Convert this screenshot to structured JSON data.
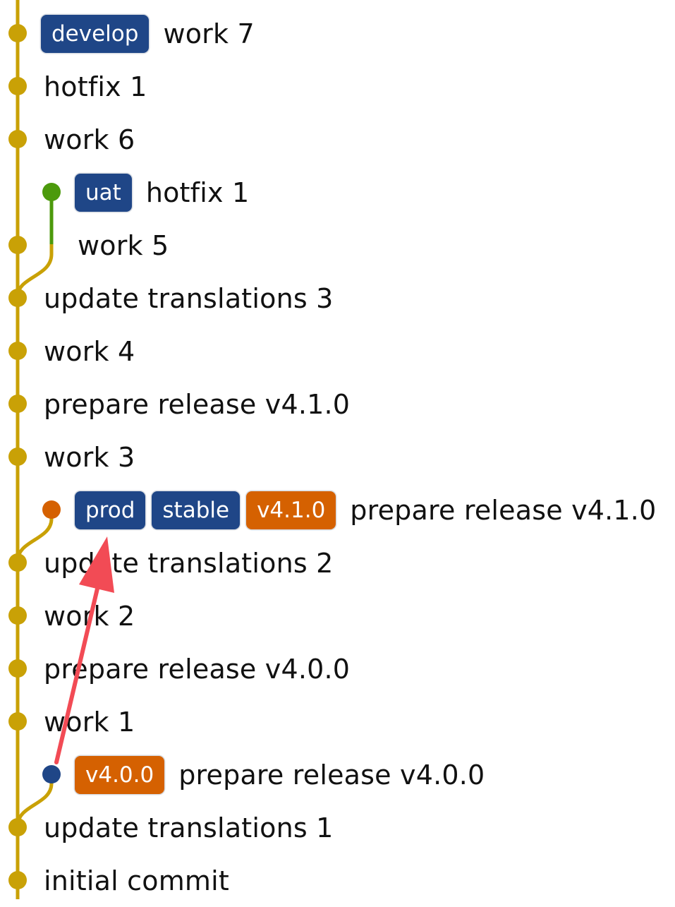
{
  "colors": {
    "main_line": "#c9a106",
    "uat_line": "#4c9a0c",
    "release_tag": "#d56101",
    "branch_tag": "#1f4687",
    "v400_dot": "#1f4687",
    "arrow": "#f24b55"
  },
  "commits": [
    {
      "message": "work 7",
      "lane": 0,
      "tags": [
        {
          "label": "develop",
          "kind": "branch"
        }
      ]
    },
    {
      "message": "hotfix 1",
      "lane": 0,
      "tags": []
    },
    {
      "message": "work 6",
      "lane": 0,
      "tags": []
    },
    {
      "message": "hotfix 1",
      "lane": 1,
      "tags": [
        {
          "label": "uat",
          "kind": "branch"
        }
      ]
    },
    {
      "message": "work 5",
      "lane": 0,
      "tags": []
    },
    {
      "message": "update translations 3",
      "lane": 0,
      "tags": []
    },
    {
      "message": "work 4",
      "lane": 0,
      "tags": []
    },
    {
      "message": "prepare release v4.1.0",
      "lane": 0,
      "tags": []
    },
    {
      "message": "work 3",
      "lane": 0,
      "tags": []
    },
    {
      "message": "prepare release v4.1.0",
      "lane": 1,
      "tags": [
        {
          "label": "prod",
          "kind": "branch"
        },
        {
          "label": "stable",
          "kind": "branch"
        },
        {
          "label": "v4.1.0",
          "kind": "release"
        }
      ]
    },
    {
      "message": "update translations 2",
      "lane": 0,
      "tags": []
    },
    {
      "message": "work 2",
      "lane": 0,
      "tags": []
    },
    {
      "message": "prepare release v4.0.0",
      "lane": 0,
      "tags": []
    },
    {
      "message": "work 1",
      "lane": 0,
      "tags": []
    },
    {
      "message": "prepare release v4.0.0",
      "lane": 1,
      "tags": [
        {
          "label": "v4.0.0",
          "kind": "release"
        }
      ]
    },
    {
      "message": "update translations 1",
      "lane": 0,
      "tags": []
    },
    {
      "message": "initial commit",
      "lane": 0,
      "tags": []
    }
  ]
}
